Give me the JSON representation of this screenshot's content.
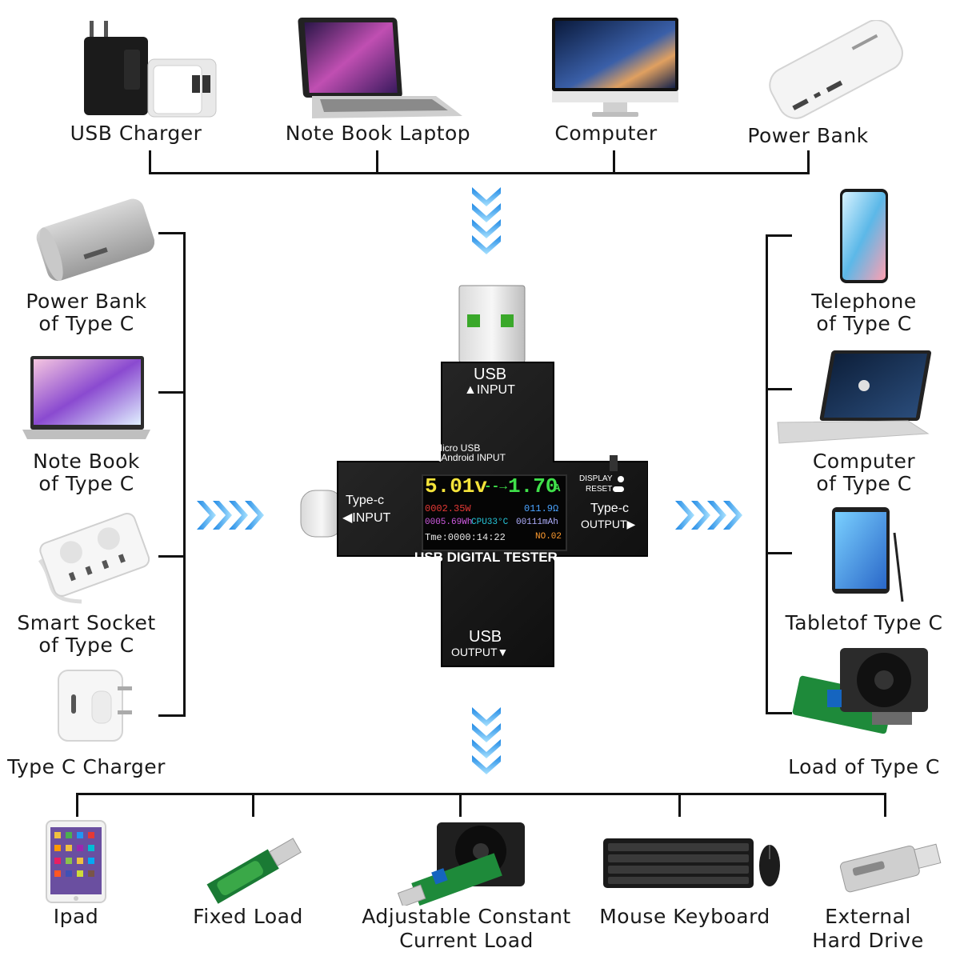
{
  "top_sources": [
    {
      "label": "USB Charger"
    },
    {
      "label": "Note Book Laptop"
    },
    {
      "label": "Computer"
    },
    {
      "label": "Power Bank"
    }
  ],
  "left_sources": [
    {
      "line1": "Power Bank",
      "line2": "of Type C"
    },
    {
      "line1": "Note Book",
      "line2": "of Type C"
    },
    {
      "line1": "Smart Socket",
      "line2": "of Type C"
    },
    {
      "line1": "Type C Charger",
      "line2": ""
    }
  ],
  "right_loads": [
    {
      "line1": "Telephone",
      "line2": "of Type C"
    },
    {
      "line1": "Computer",
      "line2": "of Type C"
    },
    {
      "line1": "Tabletof Type C",
      "line2": ""
    },
    {
      "line1": "Load of Type C",
      "line2": ""
    }
  ],
  "bottom_loads": [
    {
      "line1": "Ipad",
      "line2": ""
    },
    {
      "line1": "Fixed Load",
      "line2": ""
    },
    {
      "line1": "Adjustable Constant",
      "line2": "Current Load"
    },
    {
      "line1": "Mouse Keyboard",
      "line2": ""
    },
    {
      "line1": "External",
      "line2": "Hard Drive"
    }
  ],
  "device": {
    "usb_input_top": "USB",
    "usb_input_bottom": "▲INPUT",
    "micro_usb": "Micro USB",
    "android_input": "◀Android INPUT",
    "typec_input_top": "Type-c",
    "typec_input_bottom": "◀INPUT",
    "display_btn": "DISPLAY",
    "reset_btn": "RESET",
    "typec_output_top": "Type-c",
    "typec_output_bottom": "OUTPUT▶",
    "name": "USB DIGITAL TESTER",
    "usb_output_top": "USB",
    "usb_output_bottom": "OUTPUT▼",
    "screen": {
      "voltage": "5.01v",
      "arrow": "--→",
      "current": "1.70",
      "current_unit": "A",
      "power": "0002.35W",
      "resistance": "011.9Ω",
      "energy": "0005.69Wh",
      "cpu_temp": "CPU33°C",
      "capacity": "00111mAh",
      "time": "Tme:0000:14:22",
      "record_no": "NO.02"
    }
  },
  "colors": {
    "chevron_light": "#9fdcff",
    "chevron_dark": "#1e88e5",
    "device_body": "#161616",
    "voltage": "#f4e33a",
    "current": "#3fe04a",
    "power": "#e53935",
    "resistance": "#4aa3ff",
    "energy": "#d05ce3",
    "cpu": "#26c6da",
    "capacity": "#b0b0ff",
    "record": "#ff9b2e"
  },
  "icons": [
    "usb-charger-icon",
    "laptop-icon",
    "computer-monitor-icon",
    "power-bank-icon",
    "phone-icon",
    "tablet-icon",
    "fan-load-icon",
    "socket-icon",
    "keyboard-mouse-icon",
    "flash-drive-icon"
  ]
}
